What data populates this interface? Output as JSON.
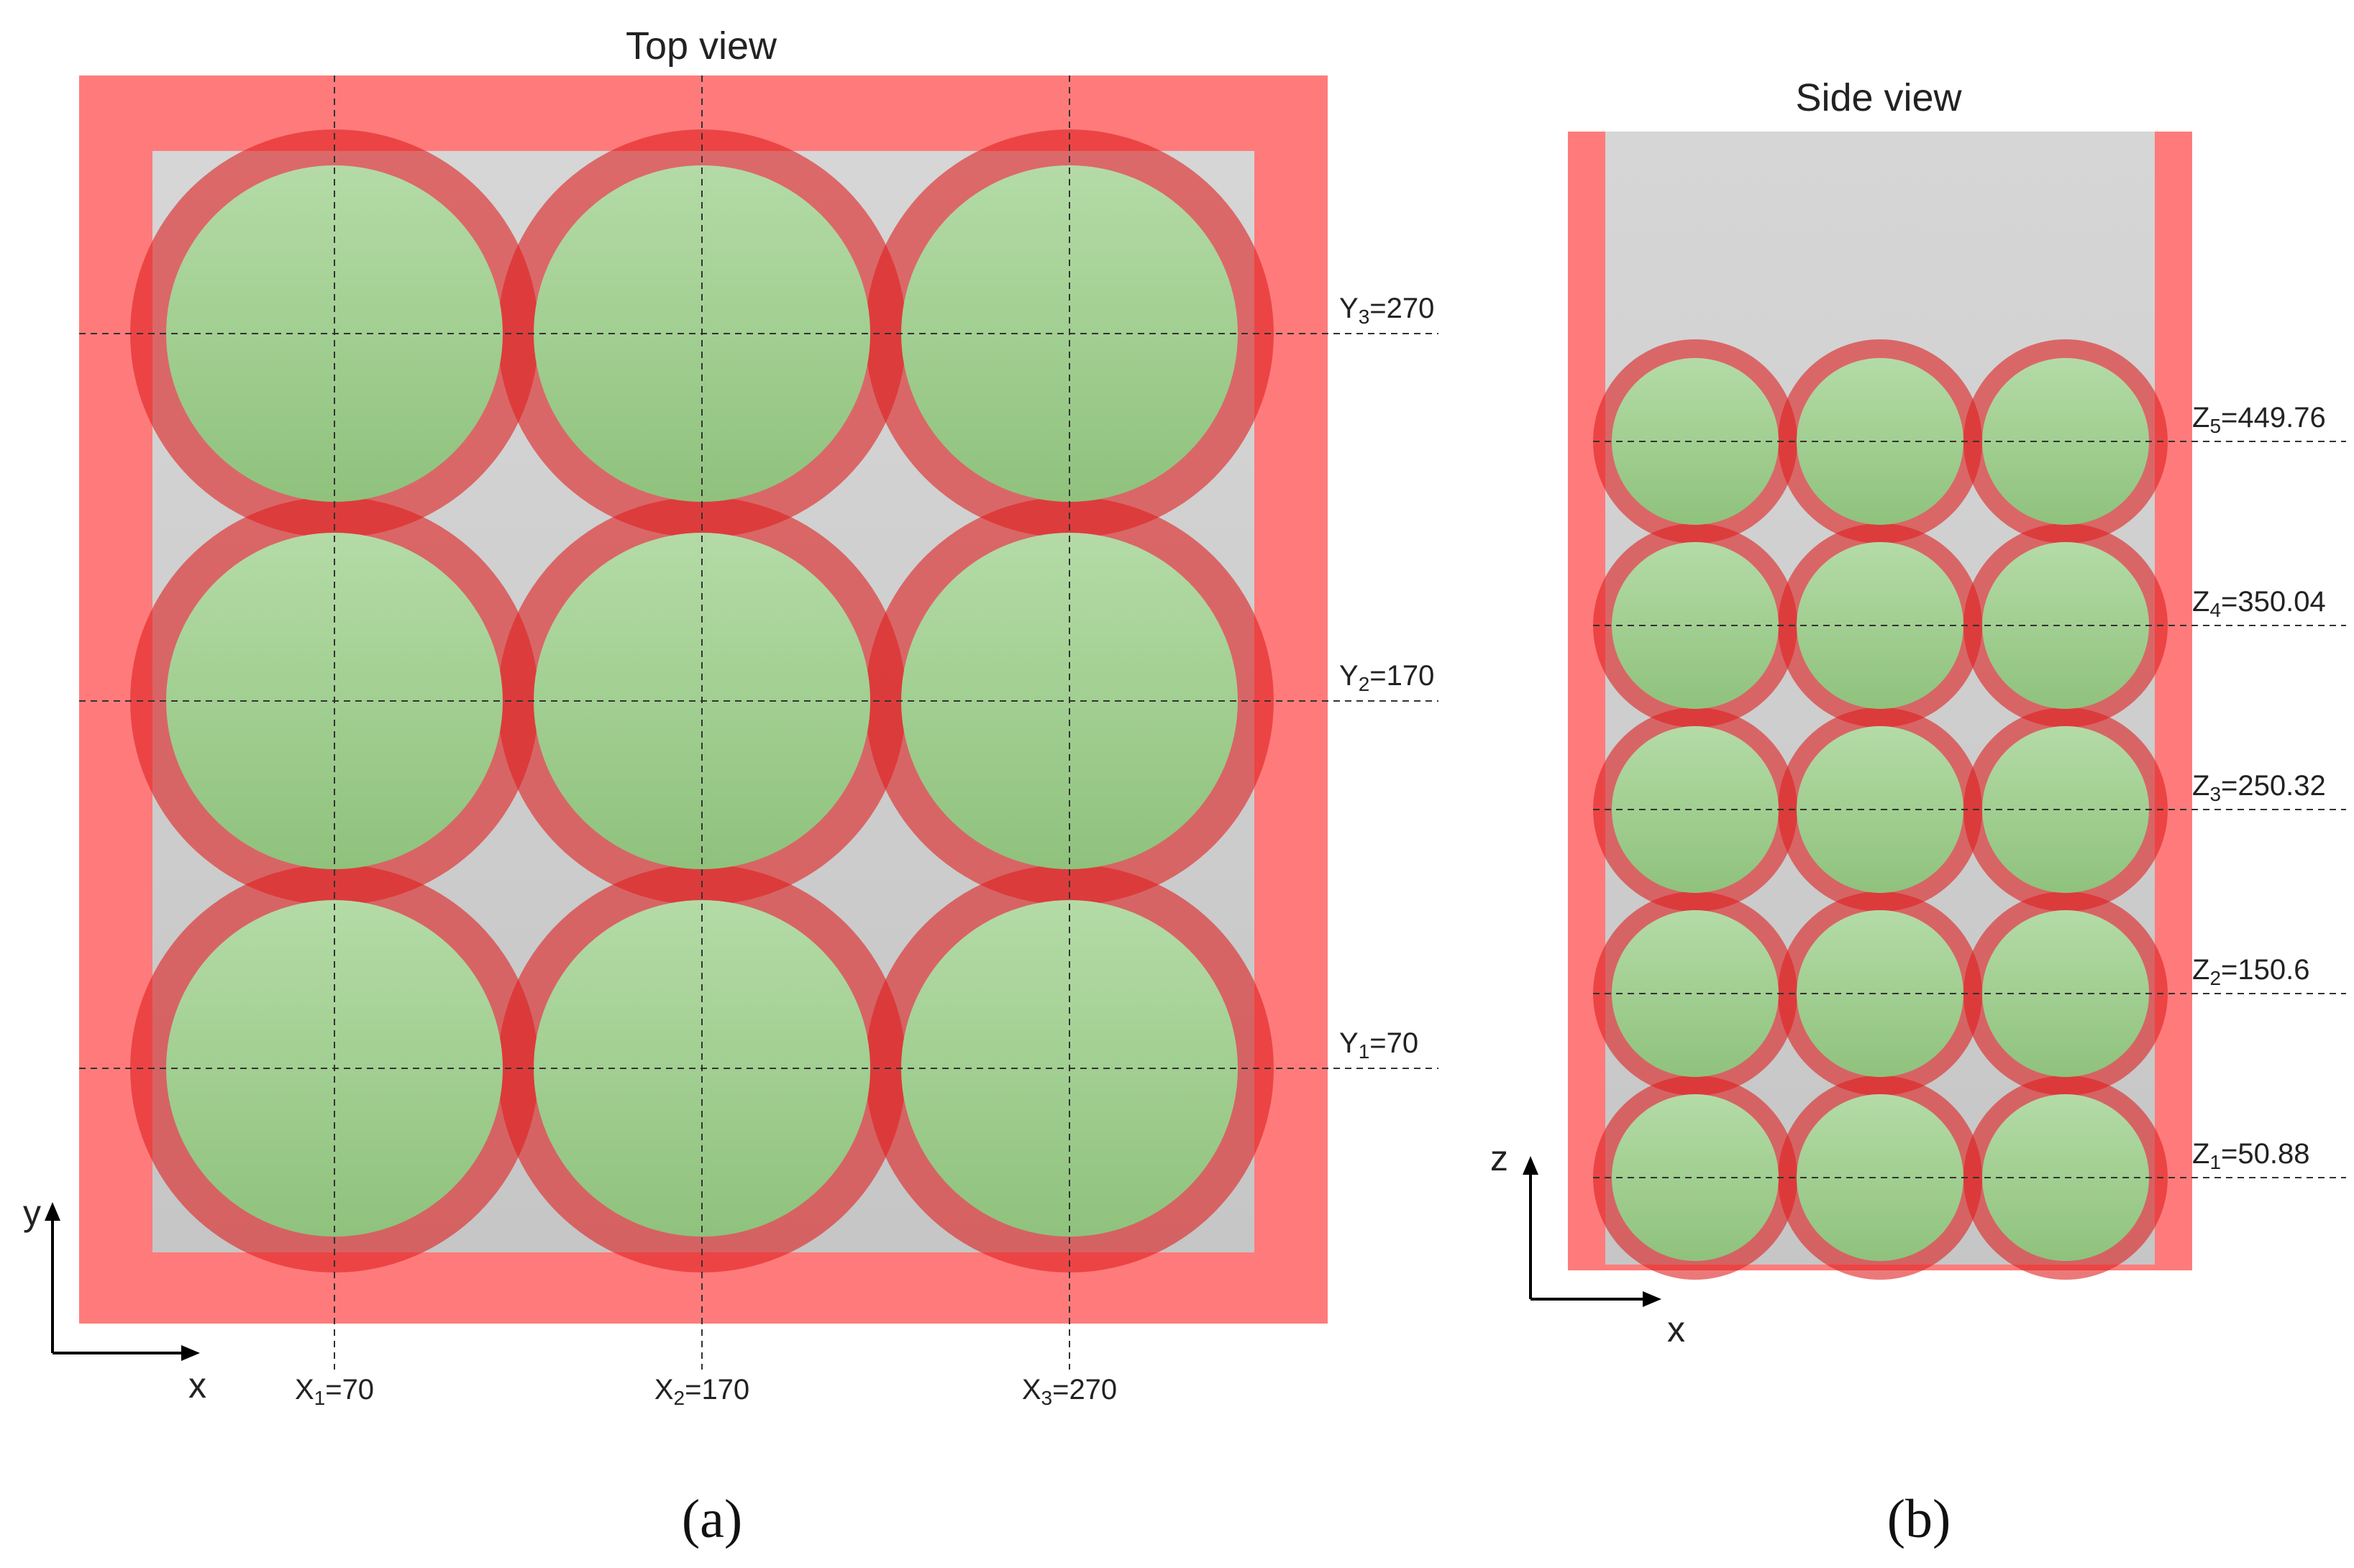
{
  "top_view": {
    "title": "Top view",
    "panel_label": "(a)",
    "x_labels": [
      {
        "prefix": "X",
        "sub": "1",
        "value": "=70"
      },
      {
        "prefix": "X",
        "sub": "2",
        "value": "=170"
      },
      {
        "prefix": "X",
        "sub": "3",
        "value": "=270"
      }
    ],
    "y_labels": [
      {
        "prefix": "Y",
        "sub": "3",
        "value": "=270"
      },
      {
        "prefix": "Y",
        "sub": "2",
        "value": "=170"
      },
      {
        "prefix": "Y",
        "sub": "1",
        "value": "=70"
      }
    ],
    "axis_horizontal": "x",
    "axis_vertical": "y"
  },
  "side_view": {
    "title": "Side view",
    "panel_label": "(b)",
    "z_labels": [
      {
        "prefix": "Z",
        "sub": "5",
        "value": "=449.76"
      },
      {
        "prefix": "Z",
        "sub": "4",
        "value": "=350.04"
      },
      {
        "prefix": "Z",
        "sub": "3",
        "value": "=250.32"
      },
      {
        "prefix": "Z",
        "sub": "2",
        "value": "=150.6"
      },
      {
        "prefix": "Z",
        "sub": "1",
        "value": "=50.88"
      }
    ],
    "axis_horizontal": "x",
    "axis_vertical": "z"
  },
  "colors": {
    "wall": "#ff7b7b",
    "interior": "#cfcfcf",
    "ring": "#e02020",
    "core_top": "#b2d9a4",
    "core_bottom": "#91c27f"
  }
}
